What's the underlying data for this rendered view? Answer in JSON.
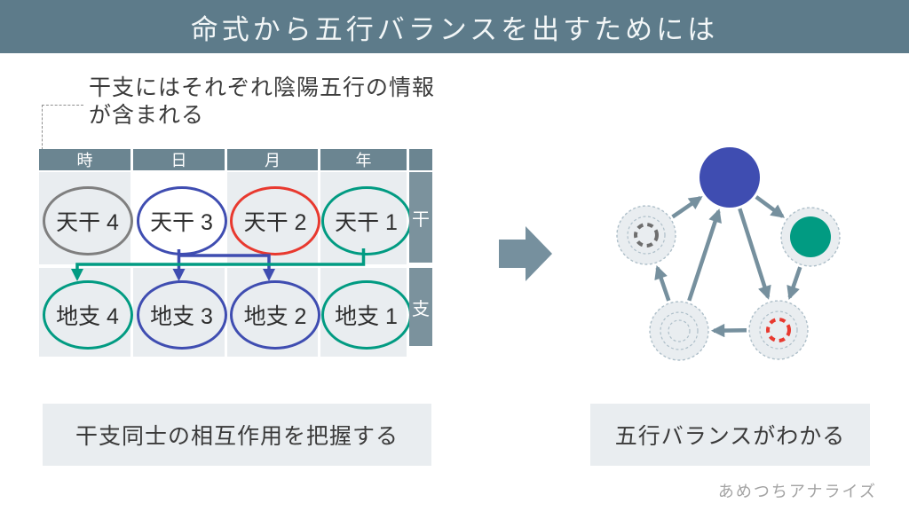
{
  "slide": {
    "title": "命式から五行バランスを出すためには",
    "watermark": "あめつちアナライズ"
  },
  "annotation": {
    "line1": "干支にはそれぞれ陰陽五行の情報",
    "line2": "が含まれる"
  },
  "table": {
    "column_headers": [
      "時",
      "日",
      "月",
      "年"
    ],
    "side_labels": [
      "干",
      "支"
    ],
    "rows": [
      {
        "name": "heavenly-stems",
        "cells": [
          {
            "label": "天干 4",
            "color": "gray",
            "highlight": false
          },
          {
            "label": "天干 3",
            "color": "blue",
            "highlight": true
          },
          {
            "label": "天干 2",
            "color": "red",
            "highlight": false
          },
          {
            "label": "天干 1",
            "color": "teal",
            "highlight": false
          }
        ]
      },
      {
        "name": "earthly-branches",
        "cells": [
          {
            "label": "地支 4",
            "color": "teal",
            "highlight": false
          },
          {
            "label": "地支 3",
            "color": "blue",
            "highlight": false
          },
          {
            "label": "地支 2",
            "color": "blue",
            "highlight": false
          },
          {
            "label": "地支 1",
            "color": "teal",
            "highlight": false
          }
        ]
      }
    ]
  },
  "captions": {
    "left": "干支同士の相互作用を把握する",
    "right": "五行バランスがわかる"
  },
  "diagram": {
    "nodes": [
      {
        "id": "top",
        "type": "solid",
        "color": "#3f4db1"
      },
      {
        "id": "upper-right",
        "type": "inner-solid",
        "color": "#019b82"
      },
      {
        "id": "upper-left",
        "type": "inner-dashed",
        "color": "#6e6e6e"
      },
      {
        "id": "bottom-right",
        "type": "inner-dashed",
        "color": "#e8392f"
      },
      {
        "id": "bottom-left",
        "type": "rings",
        "color": ""
      }
    ],
    "edges": [
      {
        "from": "upper-left",
        "to": "top"
      },
      {
        "from": "top",
        "to": "upper-right"
      },
      {
        "from": "upper-right",
        "to": "bottom-right"
      },
      {
        "from": "bottom-right",
        "to": "bottom-left"
      },
      {
        "from": "bottom-left",
        "to": "upper-left"
      },
      {
        "from": "bottom-left",
        "to": "top"
      },
      {
        "from": "top",
        "to": "bottom-right"
      }
    ]
  },
  "colors": {
    "title_bg": "#5d7b8a",
    "table_header_bg": "#6b8591",
    "side_cell_bg": "#7b929d",
    "cell_bg": "#e9edf0",
    "highlight_cell_bg": "#ffffff",
    "blue": "#3f4db1",
    "teal": "#019b82",
    "red": "#e8392f",
    "gray": "#7f7f7f",
    "arrow": "#76909e",
    "dash": "#aebfc9"
  }
}
